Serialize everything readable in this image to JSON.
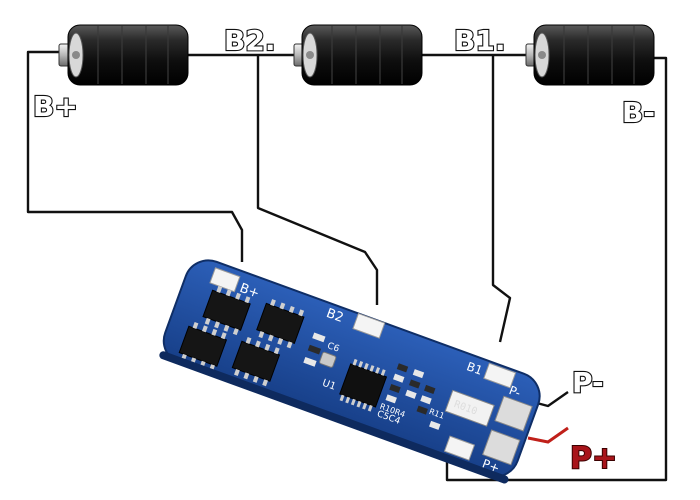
{
  "labels": {
    "b_plus": "B+",
    "b2": "B2.",
    "b1": "B1.",
    "b_minus": "B-",
    "p_minus": "P-",
    "p_plus": "P+"
  },
  "board": {
    "pad_b_plus": "B+",
    "pad_b2": "B2",
    "pad_b1": "B1",
    "pad_p_minus": "P-",
    "pad_p_plus": "P+",
    "resistor_marking": "R010",
    "silk_u1": "U1",
    "silk_c6": "C6",
    "silk_c5c4": "C5C4",
    "silk_r10r4": "R10R4",
    "silk_r11": "R11"
  },
  "colors": {
    "pcb": "#1c4a9c",
    "wire": "#111111",
    "p_plus_wire": "#c0201a",
    "p_plus_text": "#a8141a"
  }
}
